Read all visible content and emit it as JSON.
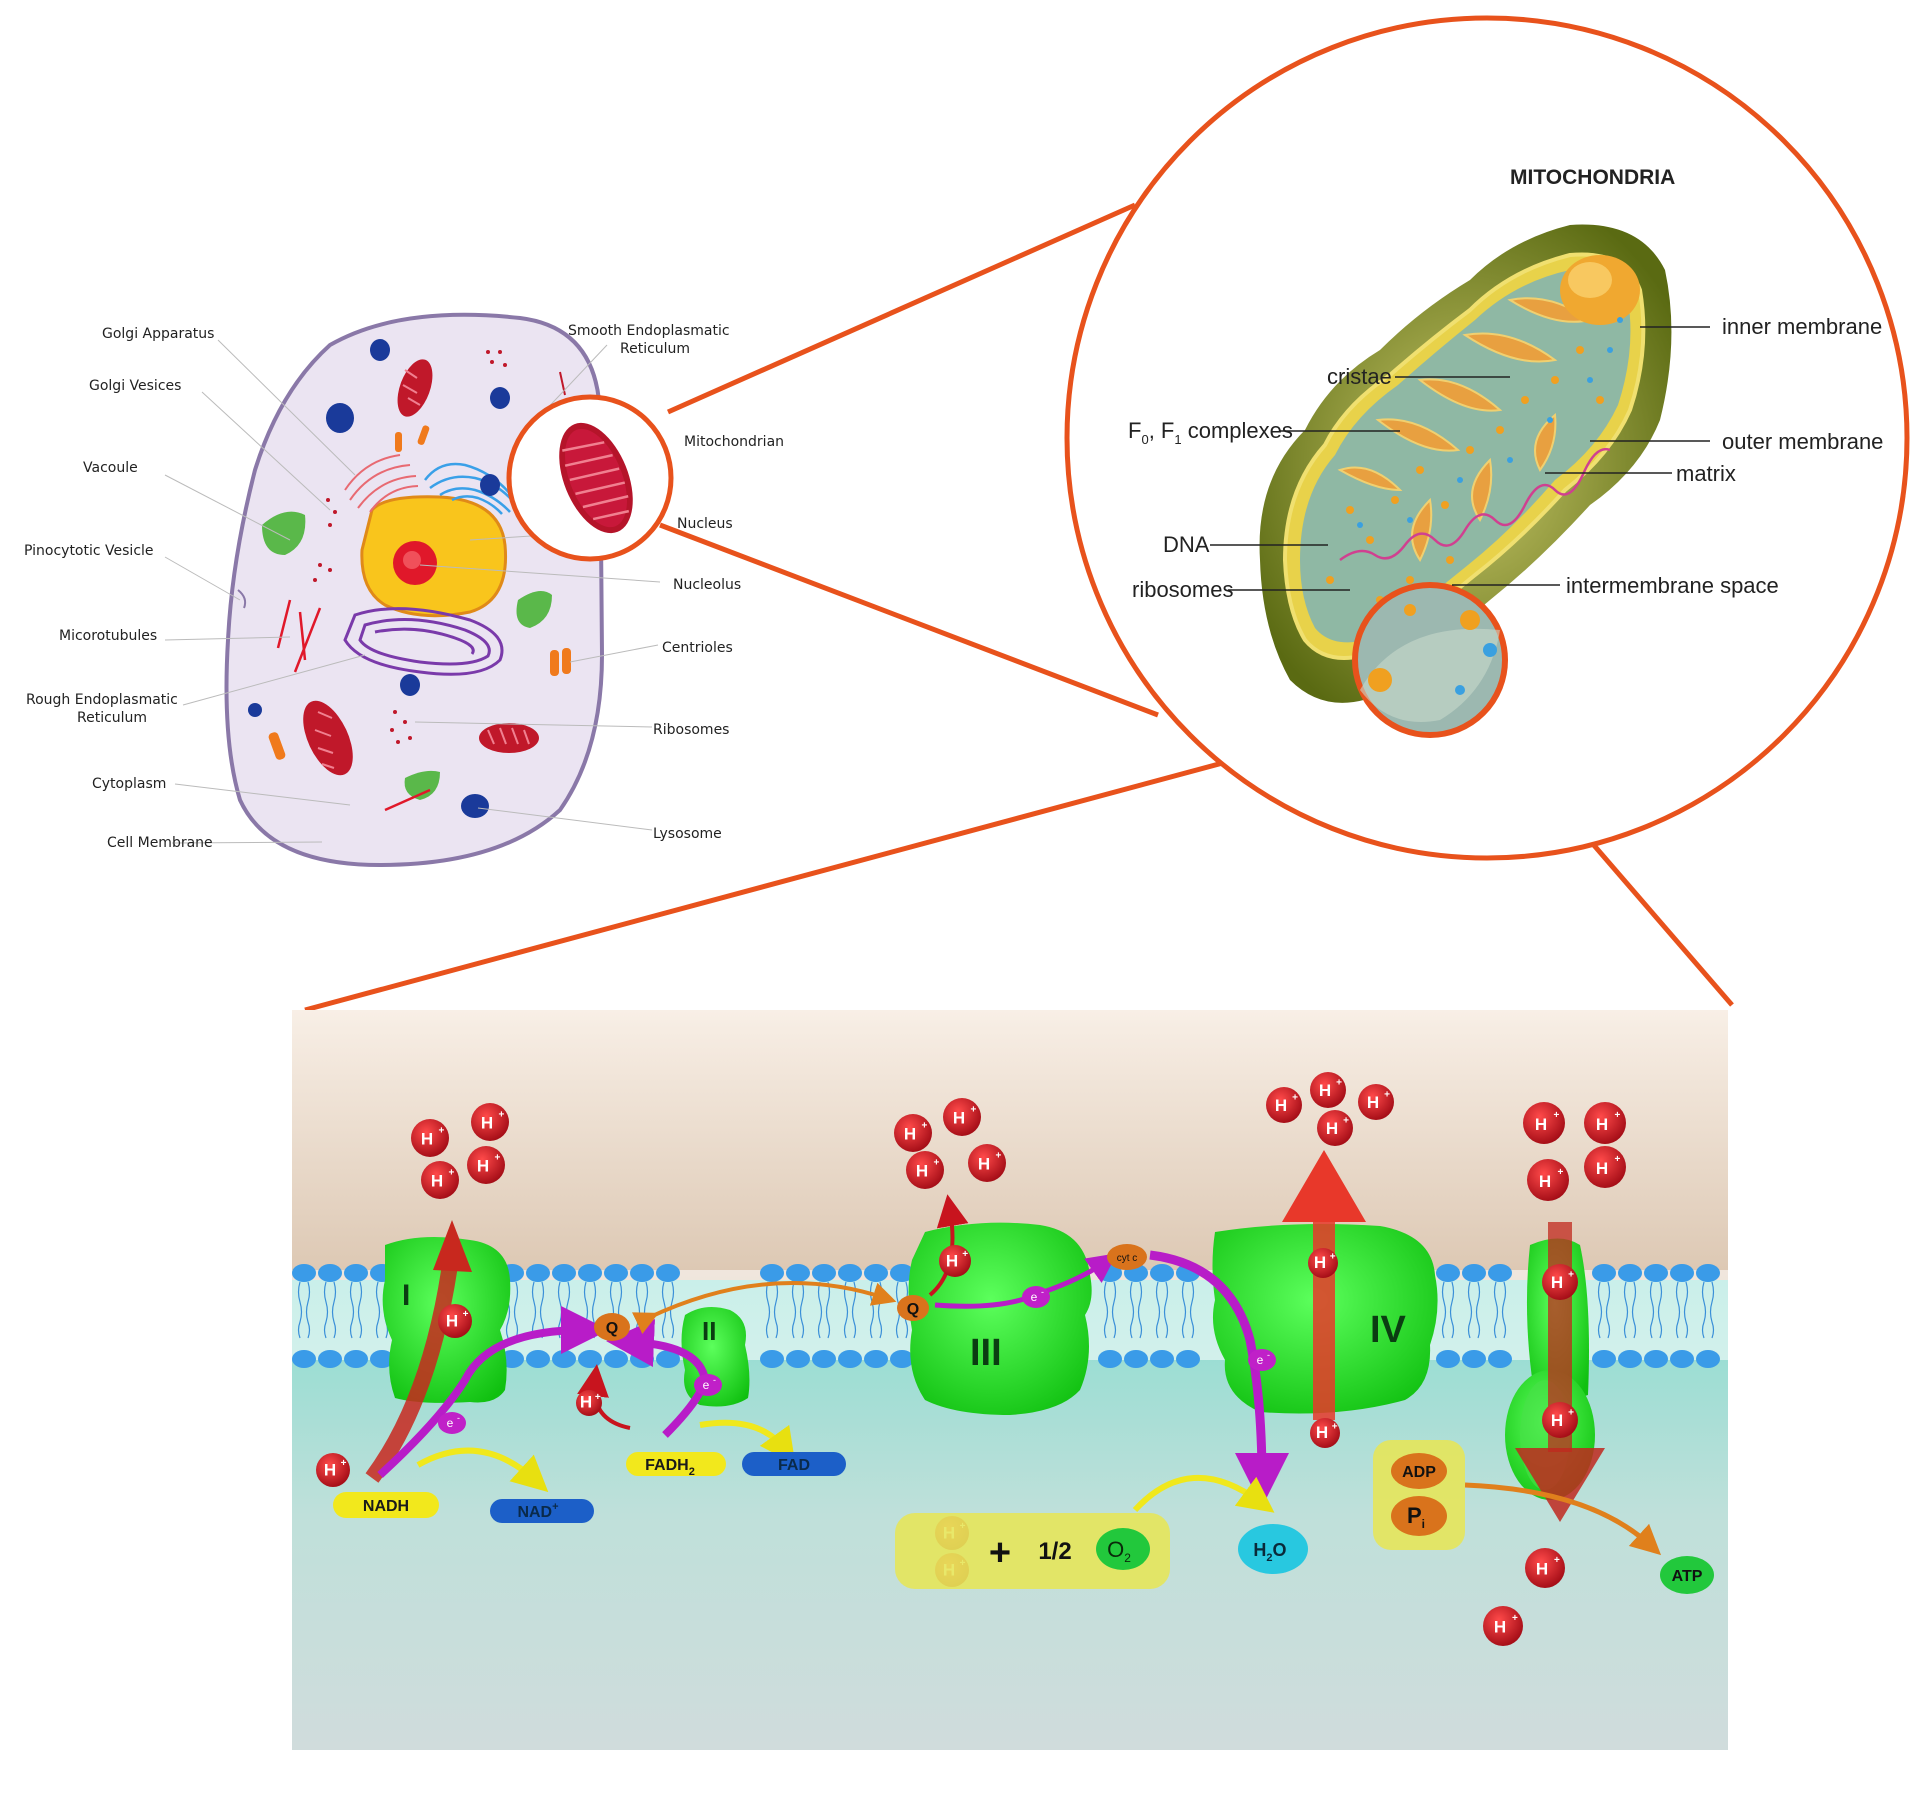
{
  "cell_labels": {
    "golgi_apparatus": "Golgi Apparatus",
    "golgi_vesices": "Golgi Vesices",
    "vacoule": "Vacoule",
    "pinocytotic_vesicle": "Pinocytotic Vesicle",
    "micorotubules": "Micorotubules",
    "rough_er_1": "Rough Endoplasmatic",
    "rough_er_2": "Reticulum",
    "cytoplasm": "Cytoplasm",
    "cell_membrane": "Cell Membrane",
    "smooth_er_1": "Smooth Endoplasmatic",
    "smooth_er_2": "Reticulum",
    "mitochondrian": "Mitochondrian",
    "nucleus": "Nucleus",
    "nucleolus": "Nucleolus",
    "centrioles": "Centrioles",
    "ribosomes": "Ribosomes",
    "lysosome": "Lysosome"
  },
  "mito": {
    "title": "MITOCHONDRIA",
    "inner_membrane": "inner membrane",
    "outer_membrane": "outer membrane",
    "matrix": "matrix",
    "cristae": "cristae",
    "f0f1_F0": "F",
    "f0f1_sub0": "0",
    "f0f1_sep": ", F",
    "f0f1_sub1": "1",
    "f0f1_rest": " complexes",
    "dna": "DNA",
    "ribosomes": "ribosomes",
    "intermembrane_space": "intermembrane space"
  },
  "etc": {
    "complex_I": "I",
    "complex_II": "II",
    "complex_III": "III",
    "complex_IV": "IV",
    "h_letter": "H",
    "h_charge": "+",
    "electron": "e",
    "electron_charge": "-",
    "q": "Q",
    "cytc": "cyt c",
    "nadh": "NADH",
    "nad_base": "NAD",
    "nad_charge": "+",
    "fadh_base": "FADH",
    "fadh_sub": "2",
    "fad": "FAD",
    "plus": "+",
    "half": "1/2",
    "o_letter": "O",
    "o_sub": "2",
    "h2o_h": "H",
    "h2o_sub": "2",
    "h2o_o": "O",
    "adp": "ADP",
    "pi_base": "P",
    "pi_sub": "i",
    "atp": "ATP"
  },
  "colors": {
    "zoom_orange": "#e8521c",
    "complex_green": "#22e022",
    "proton_red": "#c8141e",
    "electron_magenta": "#c020c8",
    "lipid_blue": "#3a9be8",
    "q_orange": "#d9731c",
    "nadh_yellow": "#f2e81c",
    "nad_blue": "#1c5fc8",
    "atp_green": "#22c83c",
    "h2o_cyan": "#28c8e0"
  }
}
